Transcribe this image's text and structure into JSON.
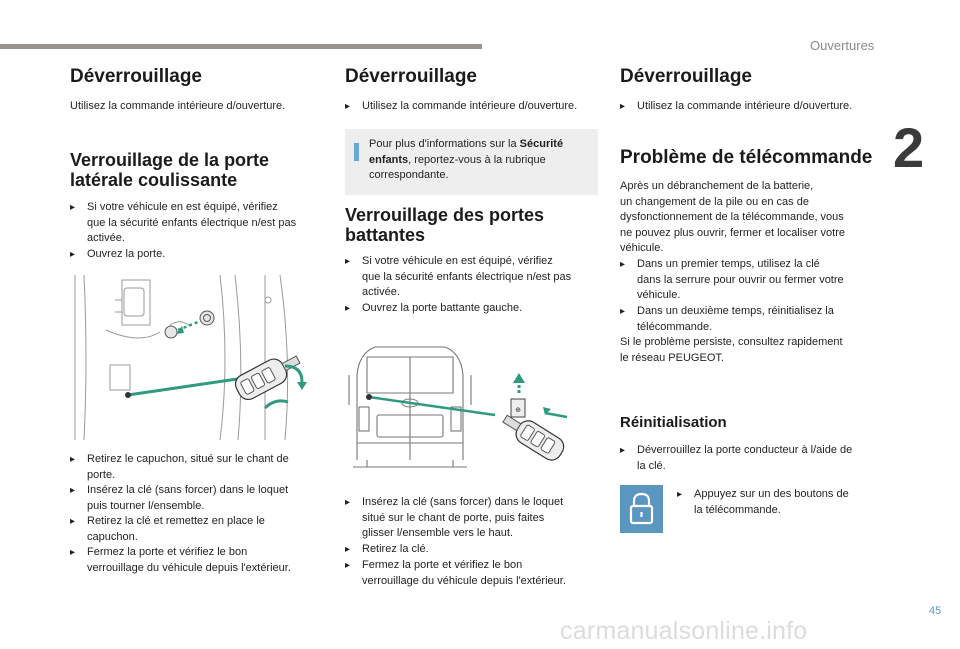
{
  "header": {
    "chapter": "Ouvertures",
    "chapter_number": "2",
    "page_number": "45"
  },
  "watermark": "carmanualsonline.info",
  "colors": {
    "accent": "#5a96c0",
    "info_bg": "#eeeeee",
    "info_bar": "#6aa8d6"
  },
  "icons": {
    "bullet": "bullet-arrow-icon",
    "info": "info-icon",
    "lock": "lock-icon"
  },
  "col1": {
    "title": "Déverrouillage",
    "intro": "Utilisez la commande intérieure d/ouverture.",
    "section_title_l1": "Verrouillage de la porte",
    "section_title_l2": "latérale coulissante",
    "bullets_top": [
      [
        "Si votre véhicule en est équipé, vérifiez",
        "que la sécurité enfants électrique n/est pas",
        "activée."
      ],
      [
        "Ouvrez la porte."
      ]
    ],
    "bullets_bottom": [
      [
        "Retirez le capuchon, situé sur le chant de",
        "porte."
      ],
      [
        "Insérez la clé (sans forcer) dans le loquet",
        "puis tourner l/ensemble."
      ],
      [
        "Retirez la clé et remettez en place le",
        "capuchon."
      ],
      [
        "Fermez la porte et vérifiez le bon",
        "verrouillage du véhicule depuis l'extérieur."
      ]
    ]
  },
  "col2": {
    "title": "Déverrouillage",
    "bullet_top": "Utilisez la commande intérieure d/ouverture.",
    "info": {
      "l1_pre": "Pour plus d'informations sur la ",
      "l1_bold": "Sécurité",
      "l2_bold": "enfants",
      "l2_rest": ", reportez-vous à la rubrique",
      "l3": "correspondante."
    },
    "section_title_l1": "Verrouillage des portes",
    "section_title_l2": "battantes",
    "bullets_mid": [
      [
        "Si votre véhicule en est équipé, vérifiez",
        "que la sécurité enfants électrique n/est pas",
        "activée."
      ],
      [
        "Ouvrez la porte battante gauche."
      ]
    ],
    "bullets_bottom": [
      [
        "Insérez la clé (sans forcer) dans le loquet",
        "situé sur le chant de porte, puis faites",
        "glisser l/ensemble vers le haut."
      ],
      [
        "Retirez la clé."
      ],
      [
        "Fermez la porte et vérifiez le bon",
        "verrouillage du véhicule depuis l'extérieur."
      ]
    ]
  },
  "col3": {
    "title": "Déverrouillage",
    "bullet_top": "Utilisez la commande intérieure d/ouverture.",
    "section_title": "Problème de télécommande",
    "para_lines": [
      "Après un débranchement de la batterie,",
      "un changement de la pile ou en cas de",
      "dysfonctionnement de la télécommande, vous",
      "ne pouvez plus ouvrir, fermer et localiser votre",
      "véhicule."
    ],
    "bullets": [
      [
        "Dans un premier temps, utilisez la clé",
        "dans la serrure pour ouvrir ou fermer votre",
        "véhicule."
      ],
      [
        "Dans un deuxième temps, réinitialisez la",
        "télécommande."
      ]
    ],
    "closing_lines": [
      "Si le problème persiste, consultez rapidement",
      "le réseau PEUGEOT."
    ],
    "sub_title": "Réinitialisation",
    "reinit_bullet": [
      "Déverrouillez la porte conducteur à l/aide de",
      "la clé."
    ],
    "lock_bullet": [
      "Appuyez sur un des boutons de",
      "la télécommande."
    ]
  }
}
